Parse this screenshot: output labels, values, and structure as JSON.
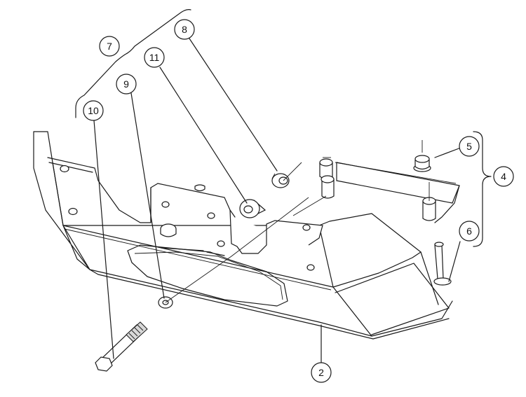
{
  "callouts": [
    {
      "id": "c2",
      "label": "2"
    },
    {
      "id": "c4",
      "label": "4"
    },
    {
      "id": "c5",
      "label": "5"
    },
    {
      "id": "c6",
      "label": "6"
    },
    {
      "id": "c7",
      "label": "7"
    },
    {
      "id": "c8",
      "label": "8"
    },
    {
      "id": "c9",
      "label": "9"
    },
    {
      "id": "c10",
      "label": "10"
    },
    {
      "id": "c11",
      "label": "11"
    }
  ],
  "colors": {
    "line": "#1a1a1a",
    "background": "#ffffff"
  }
}
